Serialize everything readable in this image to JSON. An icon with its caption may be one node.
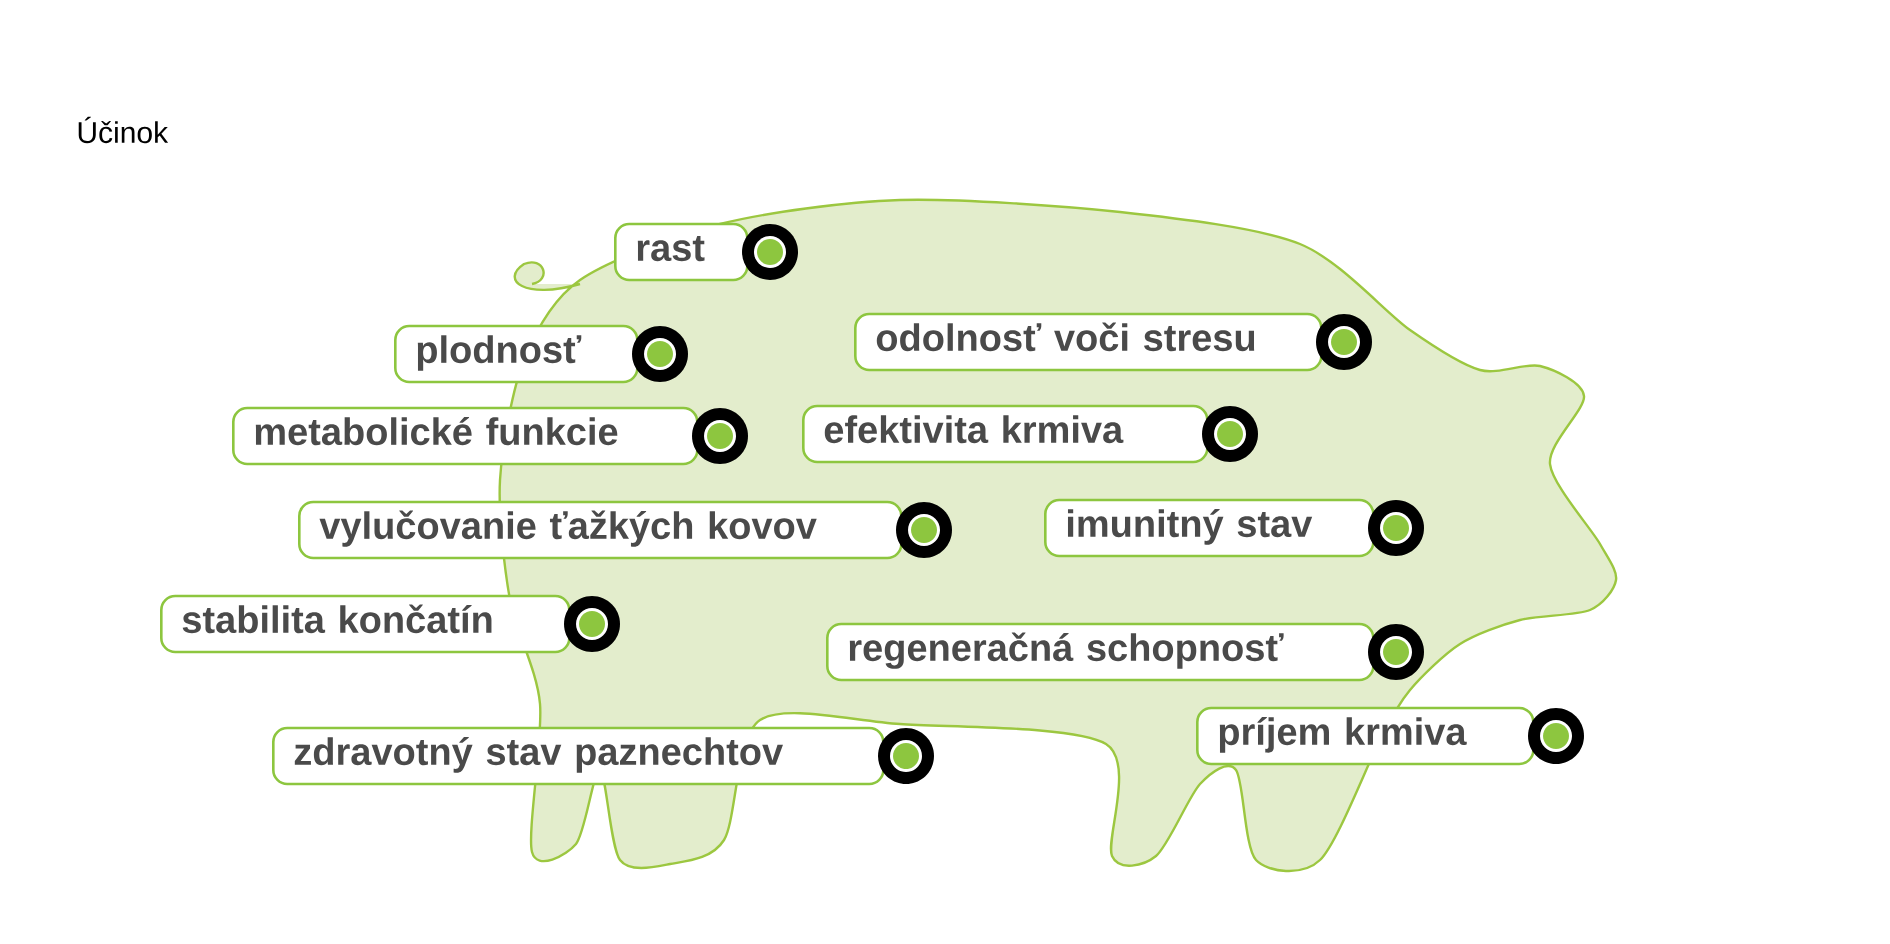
{
  "diagram": {
    "title": "Účinok",
    "nodes": [
      {
        "text": [
          "rast"
        ]
      },
      {
        "text": [
          "odolnosť voči stresu"
        ]
      },
      {
        "text": [
          "plodnosť"
        ]
      },
      {
        "text": [
          "efektivita krmiva"
        ]
      },
      {
        "text": [
          "metabolické funkcie"
        ]
      },
      {
        "text": [
          "imunitný stav"
        ]
      },
      {
        "text": [
          "vylučovanie ťažkých kovov"
        ]
      },
      {
        "text": [
          "stabilita končatín"
        ]
      },
      {
        "text": [
          "regeneračná schopnosť"
        ]
      },
      {
        "text": [
          "príjem krmiva"
        ]
      },
      {
        "text": [
          "zdravotný stav paznechtov"
        ]
      }
    ]
  }
}
